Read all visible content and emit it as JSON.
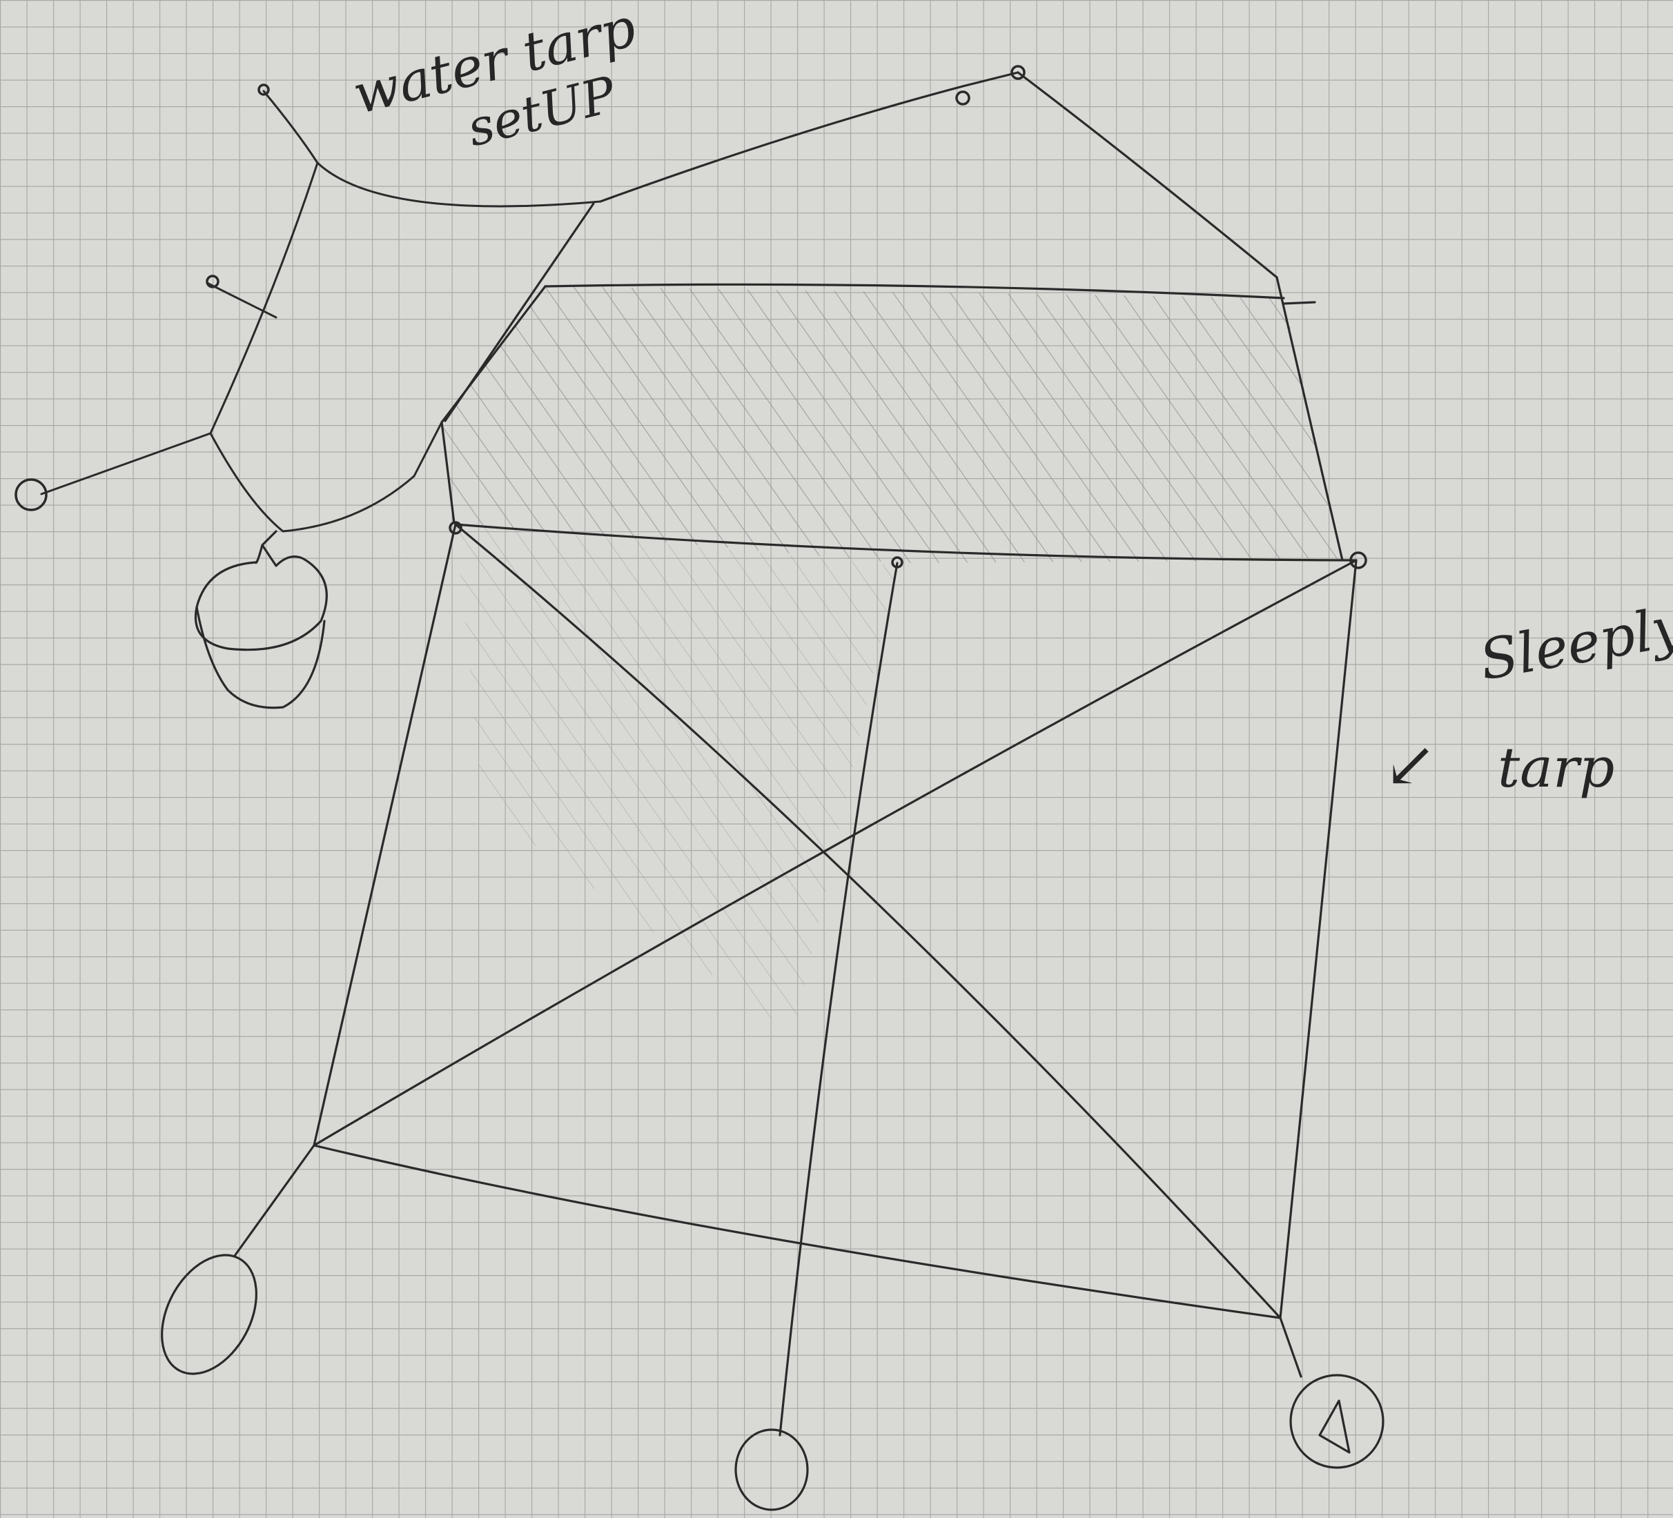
{
  "annotations": {
    "water_line1": "water tarp",
    "water_line2": "setUP",
    "sleep_line1": "Sleeply",
    "sleep_arrow": "↙",
    "sleep_line2": "tarp"
  },
  "colors": {
    "paper": "#d9d9d6",
    "grid": "#a9aaa6",
    "pencil": "#2a2a2a",
    "hatch": "#8c8c8c"
  },
  "icons": [
    "bucket-icon",
    "stake-icon",
    "tree-icon"
  ]
}
